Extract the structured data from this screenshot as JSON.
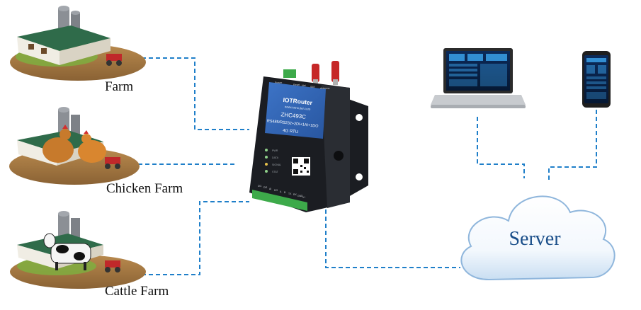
{
  "farms": [
    {
      "id": "farm",
      "label": "Farm"
    },
    {
      "id": "chicken",
      "label": "Chicken Farm"
    },
    {
      "id": "cattle",
      "label": "Cattle Farm"
    }
  ],
  "device": {
    "brand": "IOTRouter",
    "model": "ZHC493C",
    "spec": "RS485/RS232+2DI+1AI+1DO",
    "band": "4G RTU",
    "url": "www.iotrouter.com",
    "port_labels": [
      "Power",
      "Reset",
      "Net",
      "SIM",
      "Antenna"
    ],
    "led_labels": [
      "PWR",
      "DATA",
      "SIGNAL",
      "STAT"
    ],
    "terminal_labels": [
      "DI1",
      "DI2",
      "AI",
      "DO",
      "A",
      "B",
      "TX",
      "RX",
      "GND",
      "V+"
    ]
  },
  "server": {
    "label": "Server"
  },
  "terminals": [
    {
      "id": "laptop",
      "type": "laptop-dashboard"
    },
    {
      "id": "phone",
      "type": "phone-dashboard"
    }
  ],
  "colors": {
    "link": "#1f7fc9",
    "device_face": "#2f63b3",
    "device_body": "#1b1d22",
    "cloud_text": "#1b4f8a",
    "barn_roof": "#2f6b4a",
    "antenna": "#c62828"
  }
}
